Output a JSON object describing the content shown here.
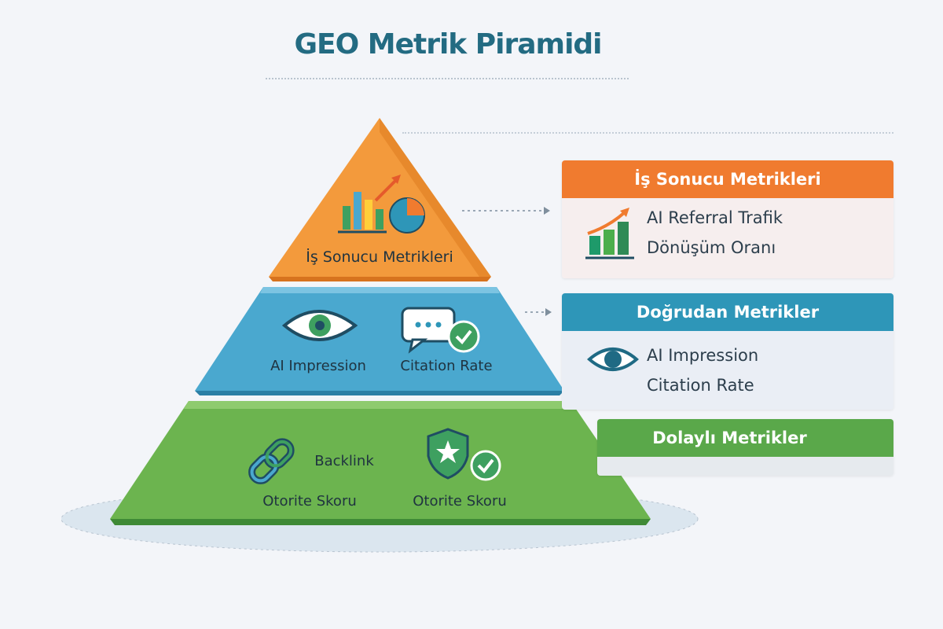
{
  "title": "GEO Metrik Piramidi",
  "pyramid": {
    "top": {
      "label": "İş Sonucu Metrikleri",
      "icon": "chart-growth-pie-icon",
      "color": "#f39a3c"
    },
    "middle": {
      "items": [
        {
          "label": "AI Impression",
          "icon": "eye-icon"
        },
        {
          "label": "Citation Rate",
          "icon": "chat-check-icon"
        }
      ],
      "color": "#4aa8cf"
    },
    "bottom": {
      "items": [
        {
          "label": "Backlink",
          "icon": "link-icon"
        },
        {
          "label": "Otorite Skoru"
        },
        {
          "label": "Otorite Skoru",
          "icon": "shield-star-check-icon"
        }
      ],
      "color": "#6cb44f"
    }
  },
  "cards": [
    {
      "title": "İş Sonucu Metrikleri",
      "color": "#f07b2f",
      "icon": "bar-chart-growth-icon",
      "items": [
        "AI Referral Trafik",
        "Dönüşüm Oranı"
      ]
    },
    {
      "title": "Doğrudan Metrikler",
      "color": "#2e96b8",
      "icon": "eye-icon",
      "items": [
        "AI Impression",
        "Citation Rate"
      ]
    },
    {
      "title": "Dolaylı Metrikler",
      "color": "#5aa84a",
      "items": []
    }
  ]
}
